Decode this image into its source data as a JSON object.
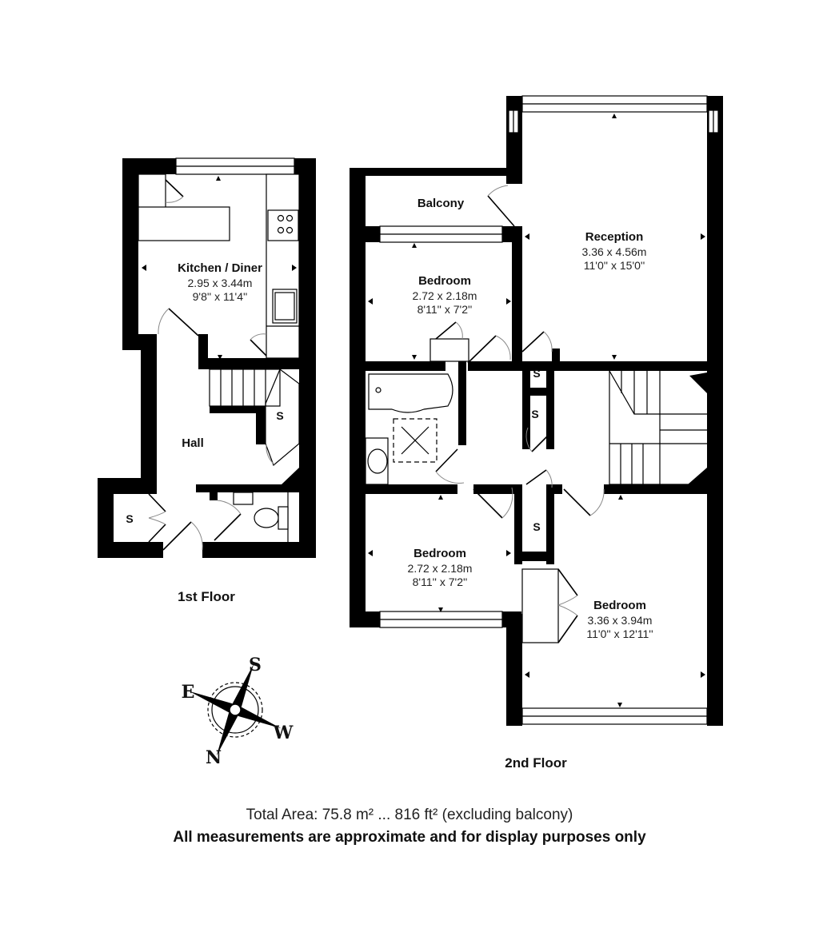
{
  "floors": {
    "first": {
      "title": "1st Floor",
      "rooms": [
        {
          "name": "Kitchen / Diner",
          "metric": "2.95 x 3.44m",
          "imperial": "9'8'' x 11'4''"
        },
        {
          "name": "Hall",
          "metric": "",
          "imperial": ""
        }
      ],
      "storage_labels": [
        "S",
        "S"
      ]
    },
    "second": {
      "title": "2nd Floor",
      "rooms": [
        {
          "name": "Balcony",
          "metric": "",
          "imperial": ""
        },
        {
          "name": "Reception",
          "metric": "3.36 x 4.56m",
          "imperial": "11'0'' x 15'0''"
        },
        {
          "name": "Bedroom",
          "metric": "2.72 x 2.18m",
          "imperial": "8'11'' x 7'2''"
        },
        {
          "name": "Bedroom",
          "metric": "2.72 x 2.18m",
          "imperial": "8'11'' x 7'2''"
        },
        {
          "name": "Bedroom",
          "metric": "3.36 x 3.94m",
          "imperial": "11'0'' x 12'11''"
        }
      ],
      "storage_labels": [
        "S",
        "S",
        "S"
      ]
    }
  },
  "compass": {
    "icon": "compass-rose-icon",
    "north": "N",
    "south": "S",
    "east": "E",
    "west": "W"
  },
  "footer": {
    "total_area": "Total Area: 75.8 m² ... 816 ft² (excluding balcony)",
    "disclaimer": "All measurements are approximate and for display purposes only"
  },
  "colors": {
    "wall": "#000000",
    "background": "#ffffff",
    "door_swing": "#888888"
  }
}
